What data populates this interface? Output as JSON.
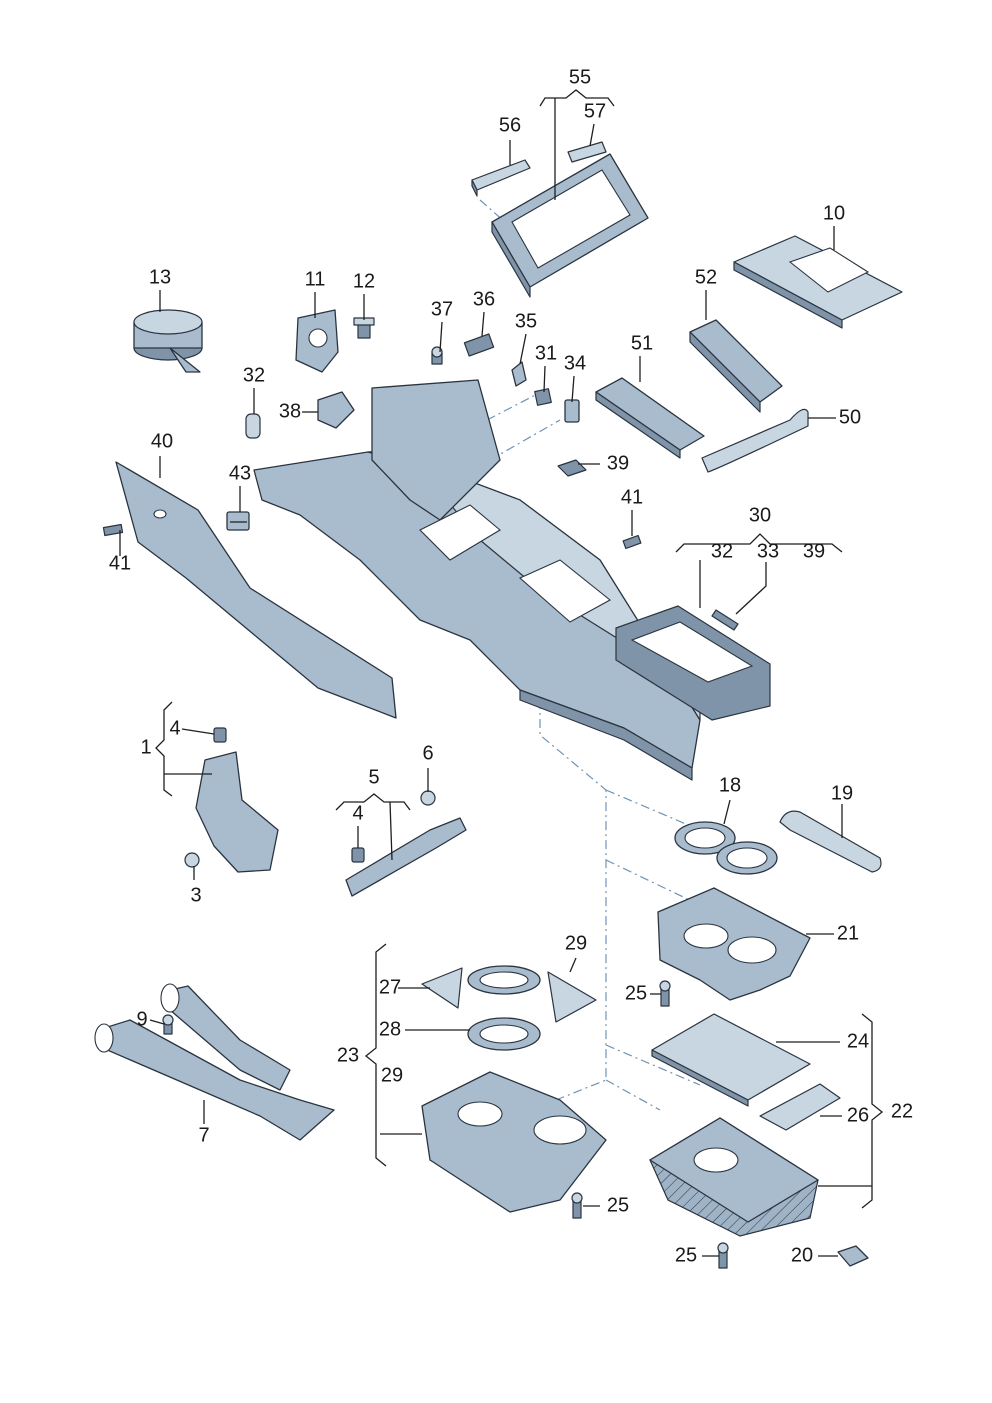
{
  "callouts": {
    "c1": "1",
    "c3": "3",
    "c4a": "4",
    "c4b": "4",
    "c5": "5",
    "c6": "6",
    "c7": "7",
    "c9": "9",
    "c10": "10",
    "c11": "11",
    "c12": "12",
    "c13": "13",
    "c18": "18",
    "c19": "19",
    "c20": "20",
    "c21": "21",
    "c22": "22",
    "c23": "23",
    "c24": "24",
    "c25a": "25",
    "c25b": "25",
    "c25c": "25",
    "c26": "26",
    "c27": "27",
    "c28": "28",
    "c29a": "29",
    "c29b": "29",
    "c30": "30",
    "c31": "31",
    "c32a": "32",
    "c32b": "32",
    "c33": "33",
    "c34": "34",
    "c35": "35",
    "c36": "36",
    "c37": "37",
    "c38": "38",
    "c39a": "39",
    "c39b": "39",
    "c40": "40",
    "c41a": "41",
    "c41b": "41",
    "c43": "43",
    "c50": "50",
    "c51": "51",
    "c52": "52",
    "c55": "55",
    "c56": "56",
    "c57": "57"
  }
}
